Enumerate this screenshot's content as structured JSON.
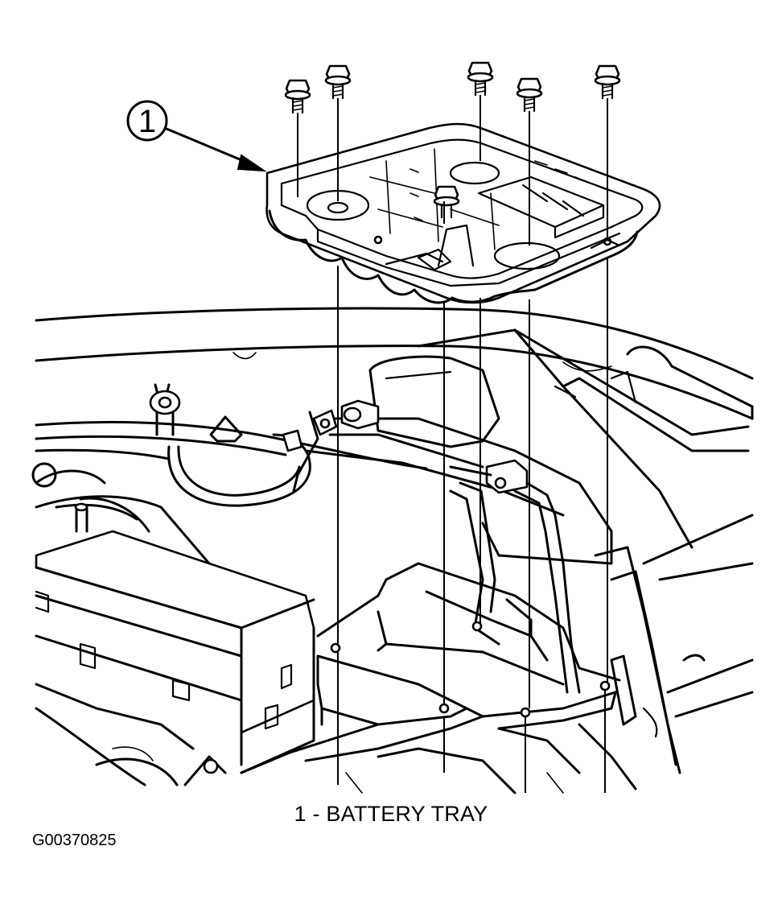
{
  "figure": {
    "callout_number": "1",
    "caption": "1 - BATTERY TRAY",
    "figure_id": "G00370825"
  },
  "parts": [
    {
      "callout": "1",
      "name": "BATTERY TRAY"
    }
  ],
  "colors": {
    "line": "#000000",
    "background": "#ffffff"
  }
}
